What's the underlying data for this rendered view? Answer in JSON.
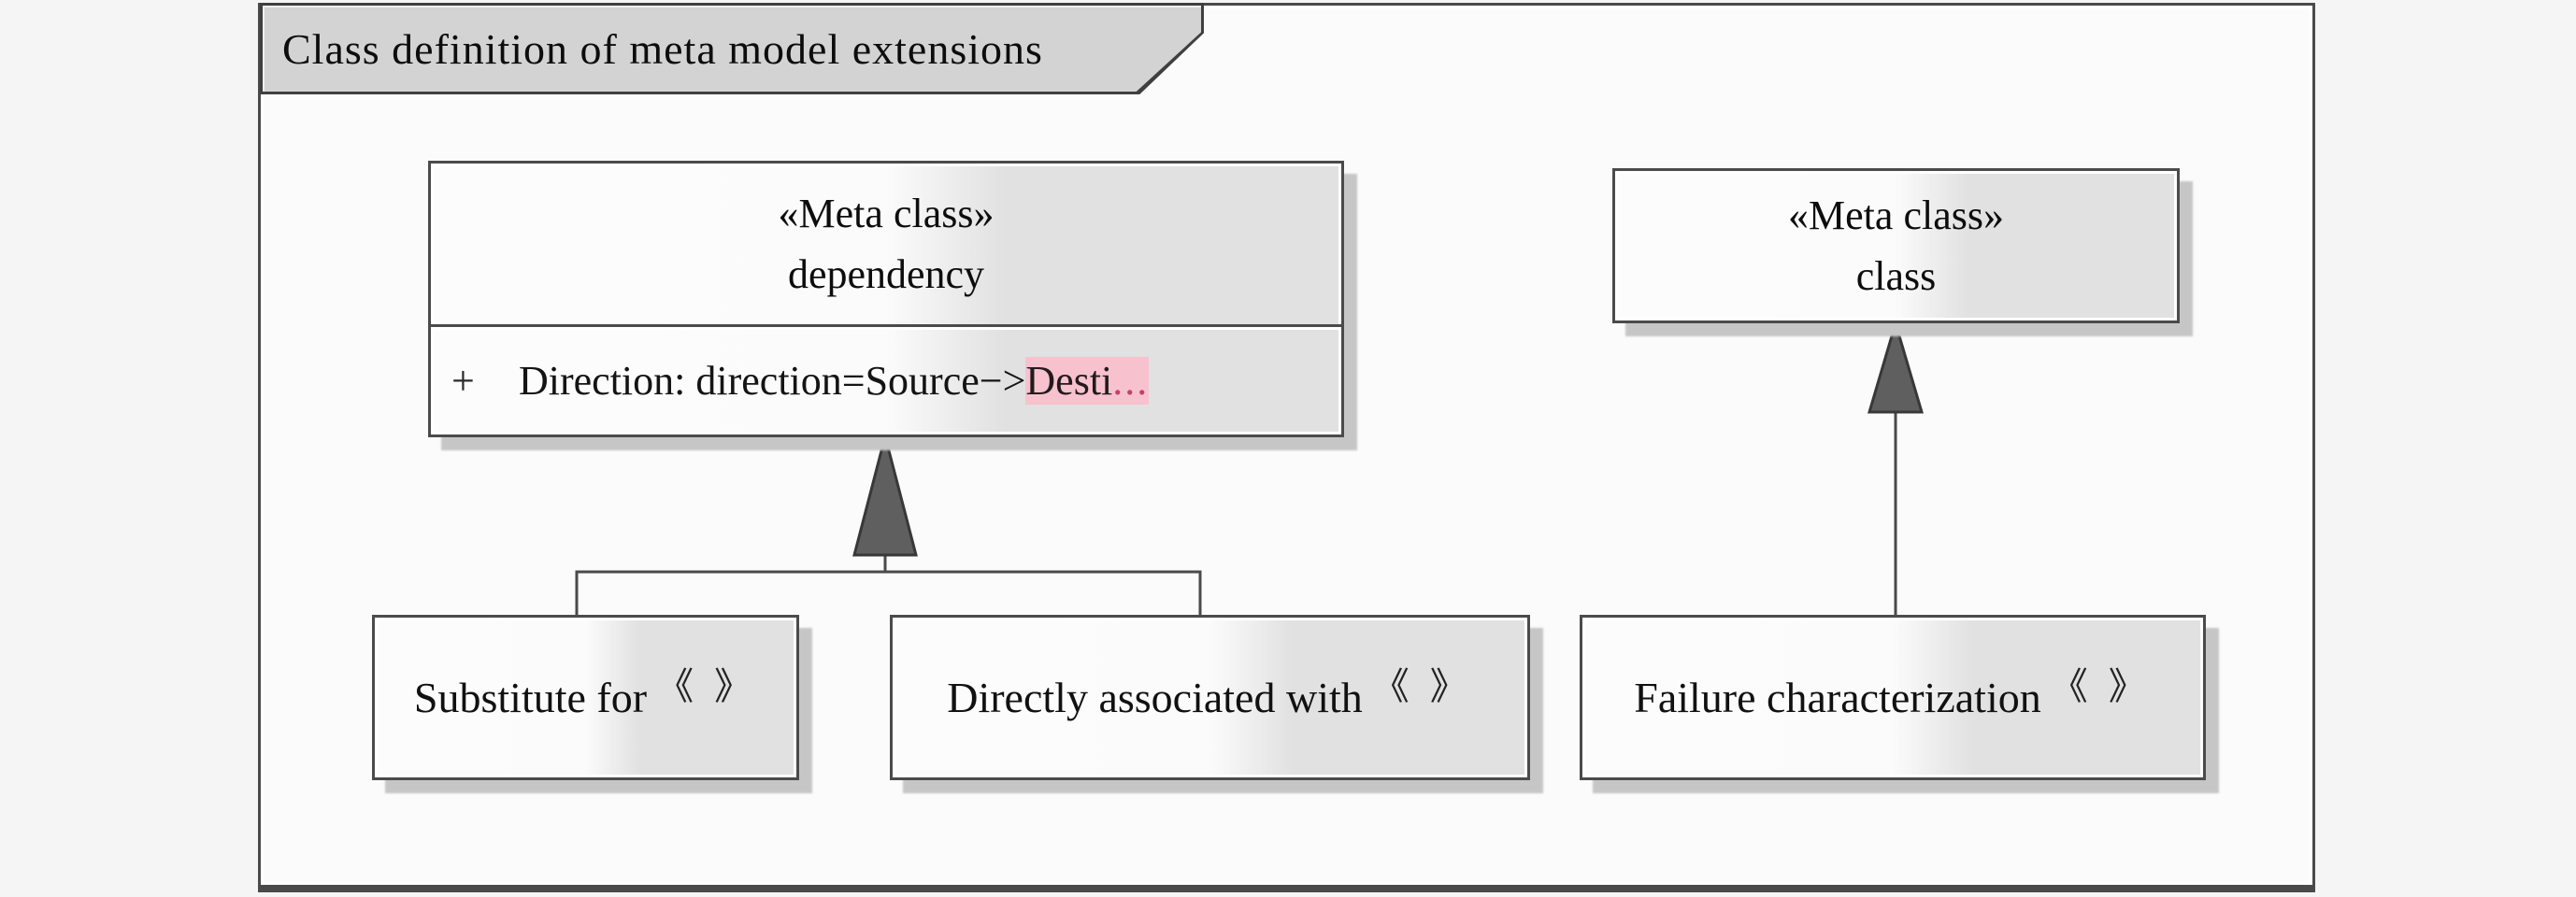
{
  "diagram": {
    "title": "Class definition of meta model extensions"
  },
  "classes": {
    "dependency": {
      "stereotype": "«Meta class»",
      "name": "dependency",
      "attribute": {
        "visibility": "+",
        "text": "Direction: direction=Source−> ",
        "truncated": "Desti",
        "ellipsis": "..."
      }
    },
    "metaclass": {
      "stereotype": "«Meta class»",
      "name": "class"
    },
    "substitute_for": {
      "label": "Substitute for",
      "mark": "《 》"
    },
    "directly_associated": {
      "label": "Directly associated with",
      "mark": "《 》"
    },
    "failure_characterization": {
      "label": "Failure characterization",
      "mark": "《 》"
    }
  },
  "relations": [
    {
      "type": "generalization",
      "from": "Substitute for",
      "to": "dependency"
    },
    {
      "type": "generalization",
      "from": "Directly associated with",
      "to": "dependency"
    },
    {
      "type": "generalization",
      "from": "Failure characterization",
      "to": "class"
    }
  ],
  "colors": {
    "background": "#f5f5f5",
    "frame_fill": "#fbfbfb",
    "border": "#4a4a4a",
    "tab_fill": "#d3d3d3",
    "box_fill_left": "#fcfcfc",
    "box_fill_right": "#e1e1e1",
    "box_shadow": "#c6c6c6",
    "triangle_fill": "#5f5f5f",
    "truncation_highlight": "#f7c2ce",
    "truncation_text": "#c2426a"
  }
}
